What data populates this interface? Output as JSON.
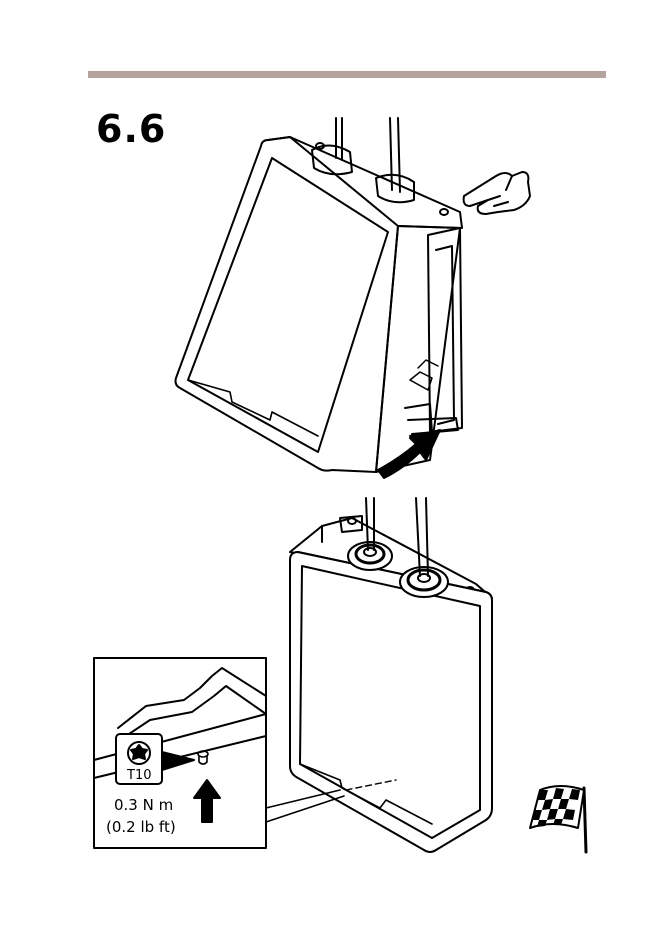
{
  "step_number": "6.6",
  "bit_label": "T10",
  "torque_nm": "0.3 N m",
  "torque_lbft": "(0.2 lb ft)",
  "colors": {
    "rule": "#b3a39c",
    "ink": "#000000"
  },
  "icons": [
    "pointing-hand-icon",
    "finish-flag-icon",
    "torx-bit-icon",
    "screw-icon",
    "up-arrow-icon",
    "curved-arrow-icon"
  ]
}
